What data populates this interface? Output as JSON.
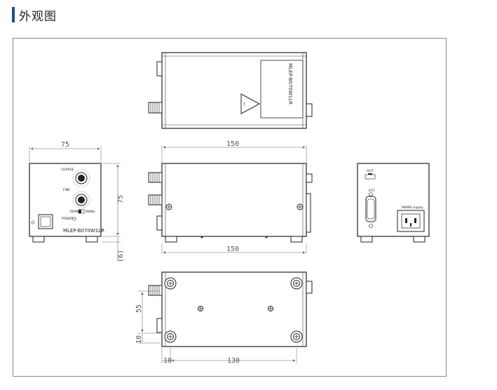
{
  "header": {
    "title": "外观图",
    "accent_color": "#1f4e8c"
  },
  "dimensions": {
    "front_width": "75",
    "front_height": "75",
    "foot_height": "(6)",
    "side_top": "150",
    "side_bottom": "150",
    "bottom_depth_55": "55",
    "bottom_depth_10": "10",
    "bottom_offset_10": "10",
    "bottom_length_130": "130"
  },
  "labels": {
    "model_top": "MLEP-B070W1LR",
    "model_front": "MLEP-B070W1LR",
    "coarse": "COARSE",
    "fine": "FINE",
    "remo": "REMO",
    "manu": "MANU",
    "power": "POWER",
    "out": "OUT",
    "ext": "EXT",
    "mains": "MAINS  supply"
  }
}
